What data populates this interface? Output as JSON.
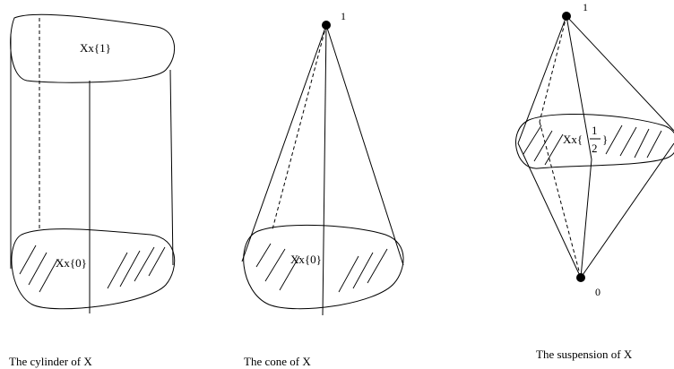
{
  "cylinder": {
    "top_label": "Xx{1}",
    "bottom_label": "Xx{0}",
    "caption": "The cylinder of X"
  },
  "cone": {
    "apex_label": "1",
    "base_label": "Xx{0}",
    "caption": "The cone of X"
  },
  "suspension": {
    "top_label": "1",
    "bottom_label": "0",
    "middle_label_prefix": "Xx{",
    "middle_label_numerator": "1",
    "middle_label_denominator": "2",
    "middle_label_suffix": "}",
    "caption": "The suspension of X"
  }
}
